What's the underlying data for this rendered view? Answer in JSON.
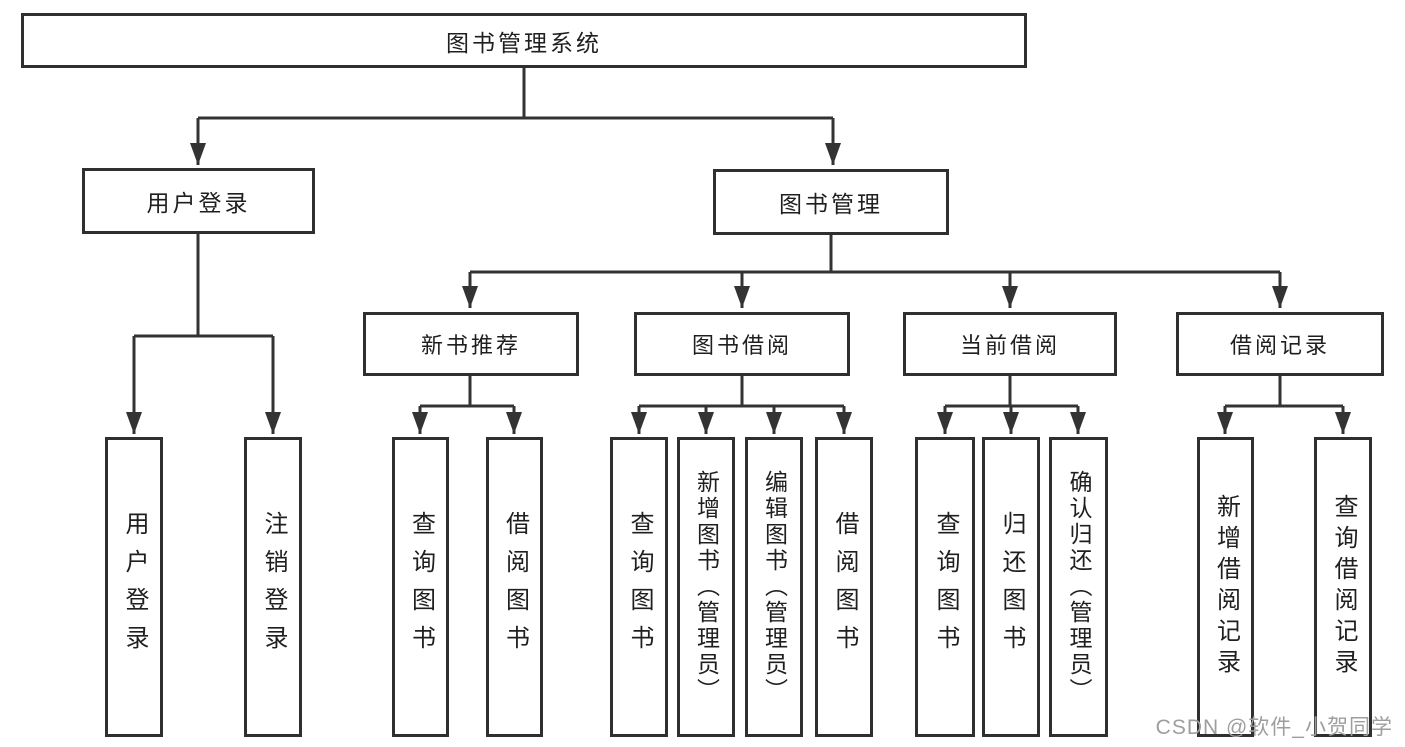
{
  "diagram": {
    "root": {
      "label": "图书管理系统"
    },
    "level2": [
      {
        "label": "用户登录"
      },
      {
        "label": "图书管理"
      }
    ],
    "level3": [
      {
        "label": "新书推荐"
      },
      {
        "label": "图书借阅"
      },
      {
        "label": "当前借阅"
      },
      {
        "label": "借阅记录"
      }
    ],
    "leaves": {
      "user_login": [
        {
          "label": "用户登录"
        },
        {
          "label": "注销登录"
        }
      ],
      "new_book_recommendation": [
        {
          "label": "查询图书"
        },
        {
          "label": "借阅图书"
        }
      ],
      "book_borrowing": [
        {
          "label": "查询图书"
        },
        {
          "label": "新增图书（管理员）"
        },
        {
          "label": "编辑图书（管理员）"
        },
        {
          "label": "借阅图书"
        }
      ],
      "current_borrowing": [
        {
          "label": "查询图书"
        },
        {
          "label": "归还图书"
        },
        {
          "label": "确认归还（管理员）"
        }
      ],
      "borrowing_records": [
        {
          "label": "新增借阅记录"
        },
        {
          "label": "查询借阅记录"
        }
      ]
    }
  },
  "watermark": {
    "text": "CSDN @软件_小贺同学"
  },
  "colors": {
    "line": "#333333",
    "box_border": "#2f2f2f",
    "text": "#1f1f1f",
    "watermark": "#9e9e9e",
    "background": "#ffffff"
  }
}
